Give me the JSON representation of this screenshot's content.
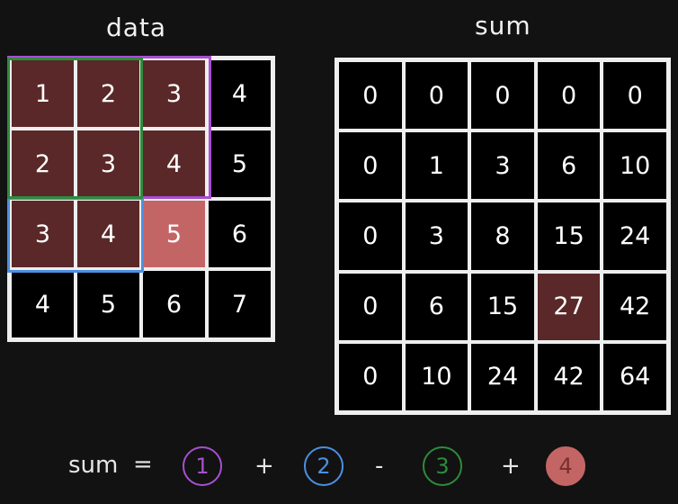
{
  "data_grid": {
    "title": "data",
    "rows": [
      [
        "1",
        "2",
        "3",
        "4"
      ],
      [
        "2",
        "3",
        "4",
        "5"
      ],
      [
        "3",
        "4",
        "5",
        "6"
      ],
      [
        "4",
        "5",
        "6",
        "7"
      ]
    ]
  },
  "sum_grid": {
    "title": "sum",
    "rows": [
      [
        "0",
        "0",
        "0",
        "0",
        "0"
      ],
      [
        "0",
        "1",
        "3",
        "6",
        "10"
      ],
      [
        "0",
        "3",
        "8",
        "15",
        "24"
      ],
      [
        "0",
        "6",
        "15",
        "27",
        "42"
      ],
      [
        "0",
        "10",
        "24",
        "42",
        "64"
      ]
    ]
  },
  "formula": {
    "lhs": "sum",
    "equals": "=",
    "plus1": "+",
    "minus": "-",
    "plus2": "+",
    "terms": [
      "1",
      "2",
      "3",
      "4"
    ]
  },
  "colors": {
    "purple": "#a74fd0",
    "blue": "#4a90e2",
    "green": "#2e8b3d",
    "red": "#c46565",
    "dark_red": "#5a2828"
  }
}
